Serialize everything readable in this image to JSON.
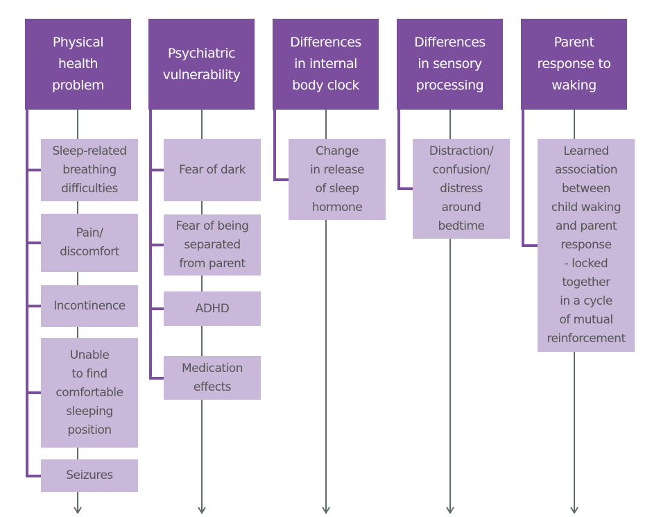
{
  "colors": {
    "header": "#7b4f9d",
    "child": "#c9b8da",
    "text": "#555555",
    "line": "#5d6b6b"
  },
  "columns": [
    {
      "title": "Physical\nhealth\nproblem",
      "items": [
        "Sleep-related\nbreathing\ndifficulties",
        "Pain/\ndiscomfort",
        "Incontinence",
        "Unable\nto find\ncomfortable\nsleeping\nposition",
        "Seizures"
      ]
    },
    {
      "title": "Psychiatric\nvulnerability",
      "items": [
        "Fear of dark",
        "Fear of being\nseparated\nfrom parent",
        "ADHD",
        "Medication\neffects"
      ]
    },
    {
      "title": "Differences\nin internal\nbody clock",
      "items": [
        "Change\nin release\nof sleep\nhormone"
      ]
    },
    {
      "title": "Differences\nin sensory\nprocessing",
      "items": [
        "Distraction/\nconfusion/\ndistress\naround\nbedtime"
      ]
    },
    {
      "title": "Parent\nresponse to\nwaking",
      "items": [
        "Learned\nassociation\nbetween\nchild waking\nand parent\nresponse\n- locked\ntogether\nin a cycle\nof mutual\nreinforcement"
      ]
    }
  ]
}
